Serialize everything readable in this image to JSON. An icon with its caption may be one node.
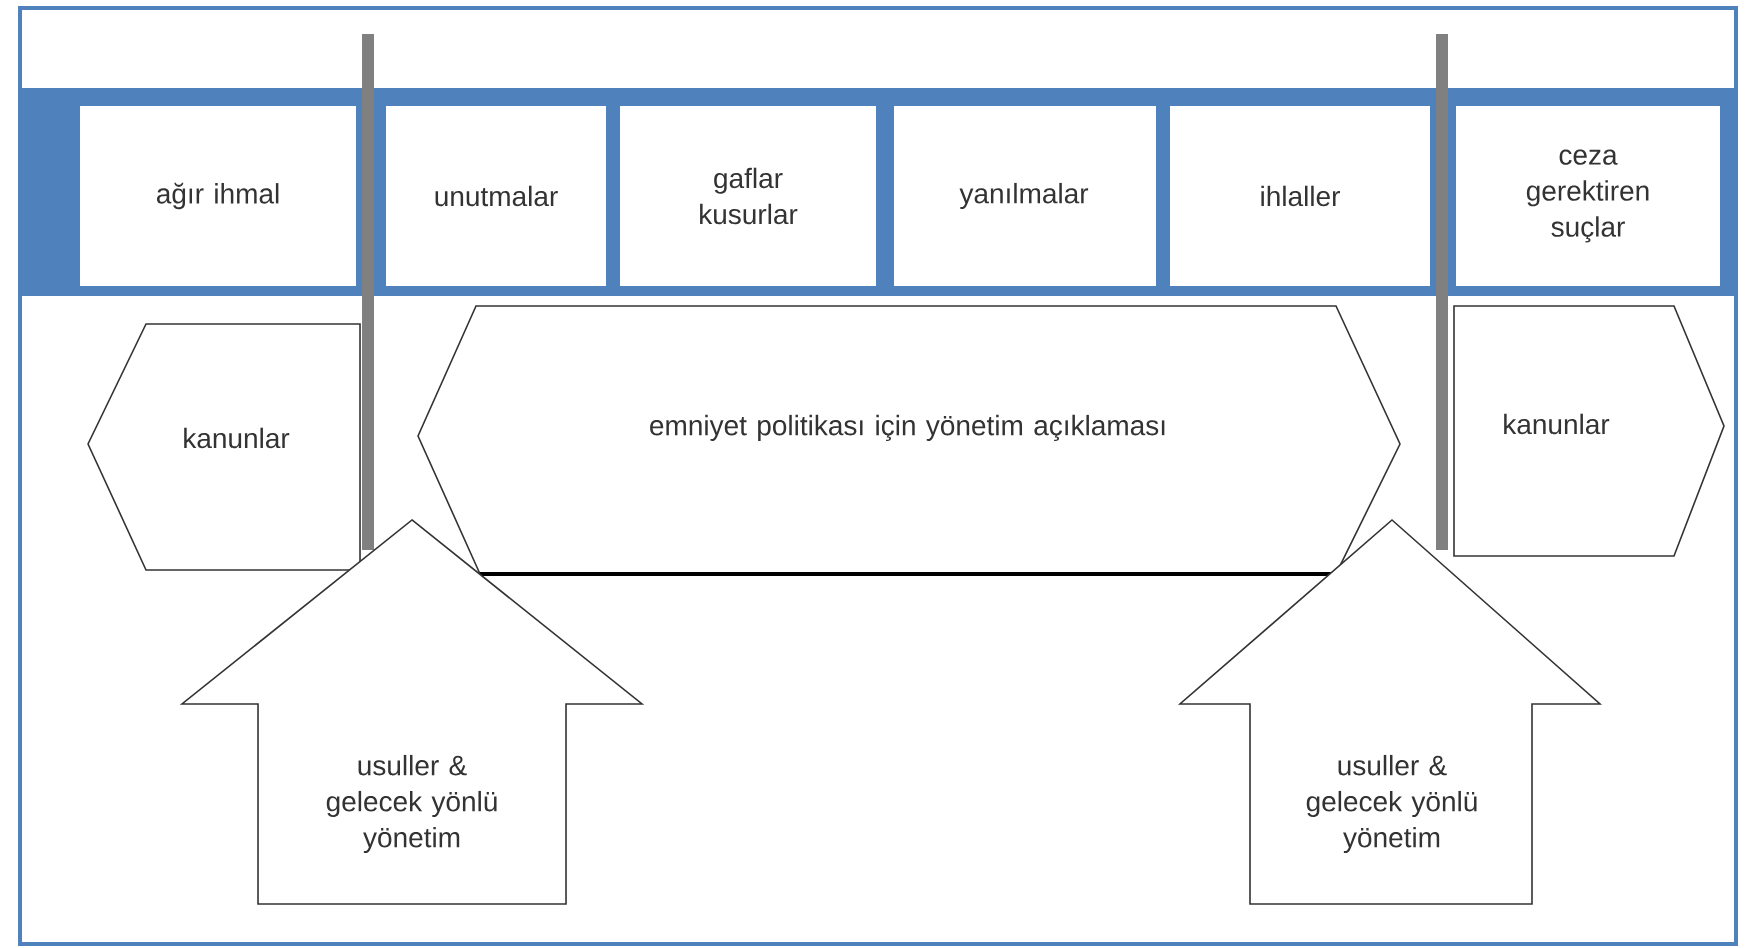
{
  "diagram": {
    "nodes": [
      {
        "text": [
          "ağır ihmal"
        ]
      },
      {
        "text": [
          "unutmalar"
        ]
      },
      {
        "text": [
          "gaflar kusurlar"
        ]
      },
      {
        "text": [
          "yanılmalar"
        ]
      },
      {
        "text": [
          "ihlaller"
        ]
      },
      {
        "text": [
          "ceza gerektiren suçlar"
        ]
      },
      {
        "text": [
          "kanunlar"
        ]
      },
      {
        "text": [
          "emniyet politikası için yönetim açıklaması"
        ]
      },
      {
        "text": [
          "kanunlar"
        ]
      },
      {
        "text": [
          "usuller & gelecek yönlü yönetim"
        ]
      },
      {
        "text": [
          "usuller & gelecek yönlü yönetim"
        ]
      }
    ]
  }
}
